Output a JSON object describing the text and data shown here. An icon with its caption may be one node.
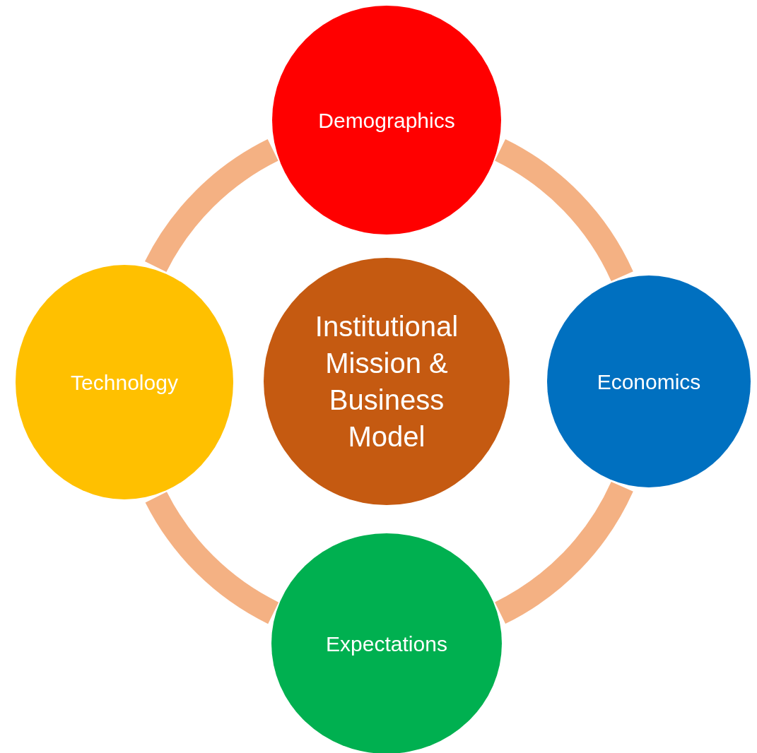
{
  "diagram": {
    "nodes": [
      {
        "text": [
          "Institutional Mission & Business Model"
        ]
      },
      {
        "text": [
          "Demographics"
        ]
      },
      {
        "text": [
          "Economics"
        ]
      },
      {
        "text": [
          "Expectations"
        ]
      },
      {
        "text": [
          "Technology"
        ]
      }
    ],
    "edges": [
      {
        "from": 1,
        "to": 2,
        "arrow": "none"
      },
      {
        "from": 2,
        "to": 3,
        "arrow": "none"
      },
      {
        "from": 3,
        "to": 4,
        "arrow": "none"
      },
      {
        "from": 4,
        "to": 1,
        "arrow": "none"
      }
    ]
  }
}
